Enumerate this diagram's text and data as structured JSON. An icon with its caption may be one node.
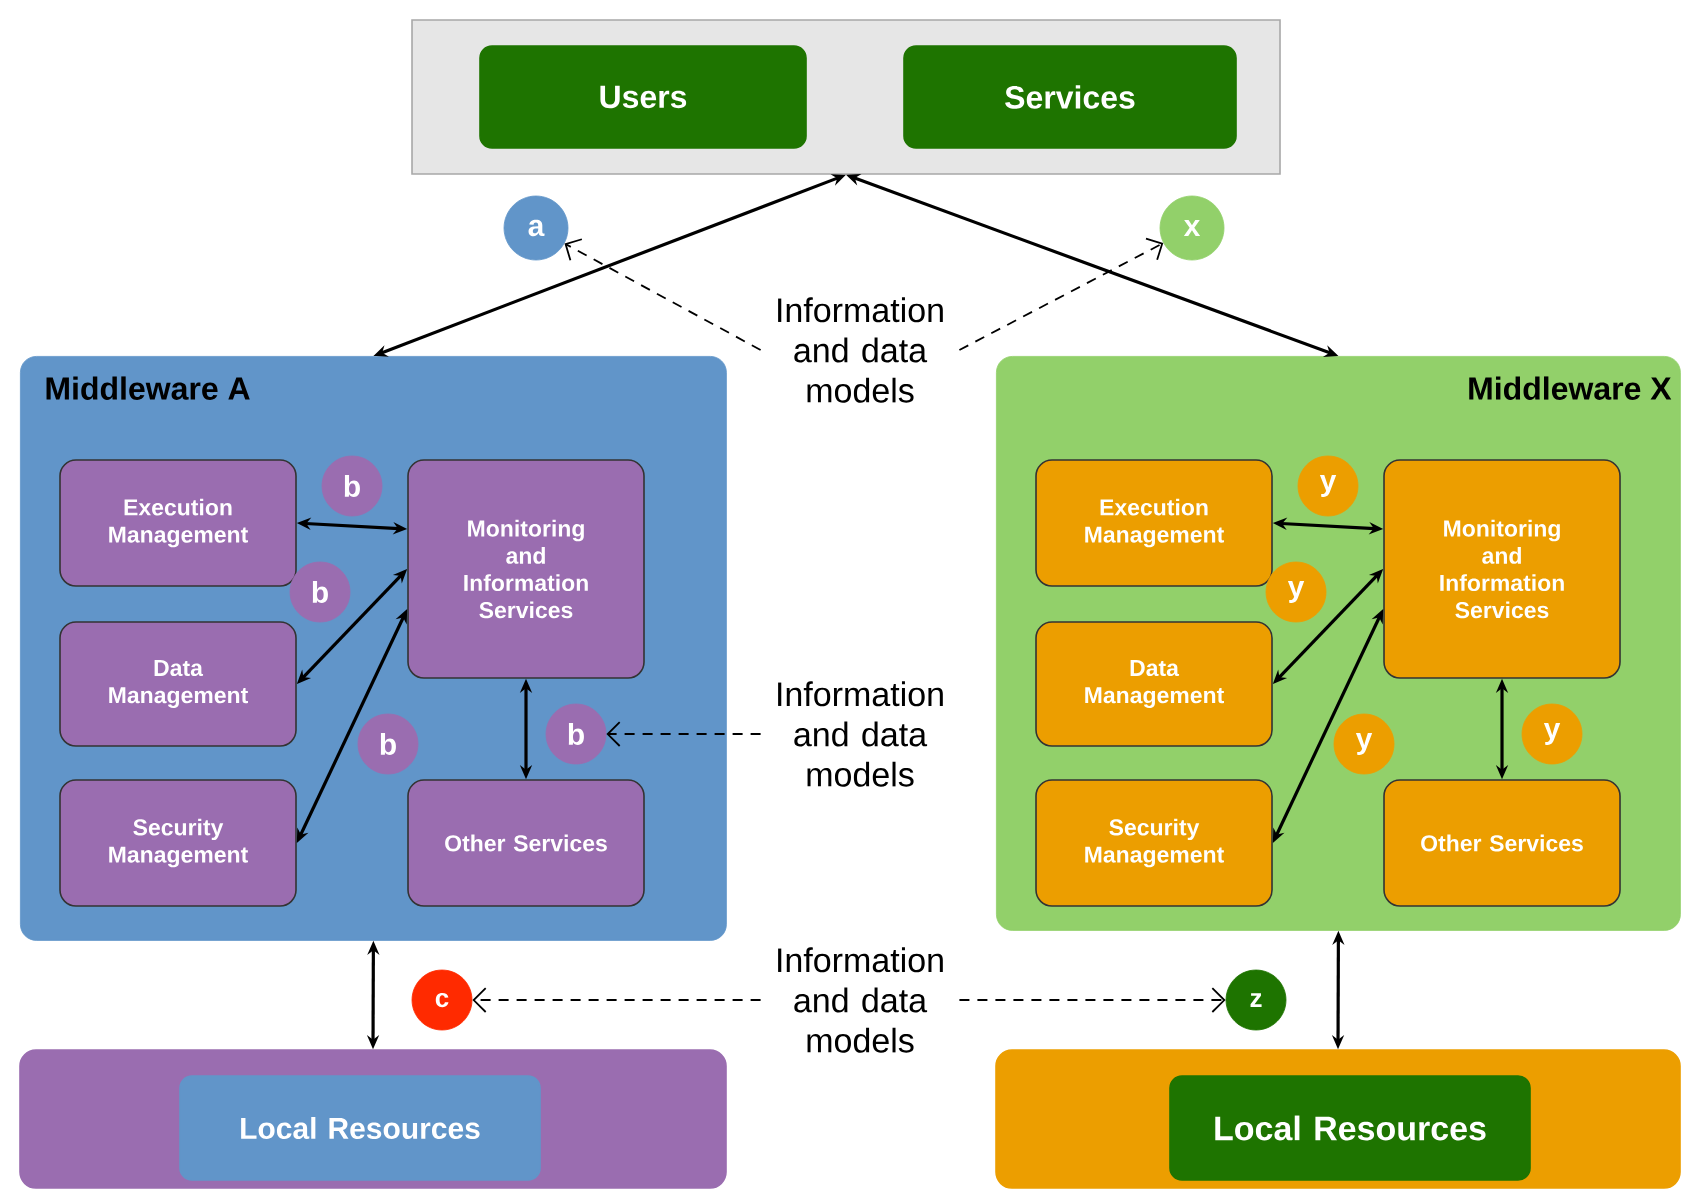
{
  "diagram": {
    "nodes": [
      {
        "text": [],
        "shape": "box"
      },
      {
        "text": [
          "Users"
        ],
        "in": 0
      },
      {
        "text": [
          "Services"
        ],
        "in": 0
      },
      {
        "text": [
          "Middleware A"
        ]
      },
      {
        "text": [
          "Execution Management"
        ],
        "in": 3
      },
      {
        "text": [
          "Data Management"
        ],
        "in": 3
      },
      {
        "text": [
          "Security Management"
        ],
        "in": 3
      },
      {
        "text": [
          "Monitoring and Information Services"
        ],
        "in": 3
      },
      {
        "text": [
          "Other Services"
        ],
        "in": 3
      },
      {
        "text": [
          "b"
        ],
        "in": 3
      },
      {
        "text": [
          "b"
        ],
        "in": 3
      },
      {
        "text": [
          "b"
        ],
        "in": 3
      },
      {
        "text": [
          "b"
        ],
        "in": 3
      },
      {
        "text": [
          "Middleware X"
        ]
      },
      {
        "text": [
          "Execution Management"
        ],
        "in": 13
      },
      {
        "text": [
          "Data Management"
        ],
        "in": 13
      },
      {
        "text": [
          "Security Management"
        ],
        "in": 13
      },
      {
        "text": [
          "Monitoring and Information Services"
        ],
        "in": 13
      },
      {
        "text": [
          "Other Services"
        ],
        "in": 13
      },
      {
        "text": [
          "y"
        ],
        "in": 13
      },
      {
        "text": [
          "y"
        ],
        "in": 13
      },
      {
        "text": [
          "y"
        ],
        "in": 13
      },
      {
        "text": [
          "y"
        ],
        "in": 13
      },
      {
        "text": [
          "a"
        ]
      },
      {
        "text": [
          "x"
        ]
      },
      {
        "text": [
          "Information and data models"
        ]
      },
      {
        "text": [
          "Information and data models"
        ]
      },
      {
        "text": [
          "Information and data models"
        ]
      },
      {
        "text": [
          "c"
        ]
      },
      {
        "text": [
          "z"
        ]
      },
      {
        "text": [],
        "shape": "box"
      },
      {
        "text": [
          "Local Resources"
        ],
        "in": 30
      },
      {
        "text": [],
        "shape": "box"
      },
      {
        "text": [
          "Local Resources"
        ],
        "in": 32
      }
    ],
    "edges": [
      {
        "from": 0,
        "to": 3,
        "arrow": "both"
      },
      {
        "from": 0,
        "to": 13,
        "arrow": "both"
      },
      {
        "from": 25,
        "to": 23,
        "arrow": "to",
        "style": "dashed"
      },
      {
        "from": 25,
        "to": 24,
        "arrow": "to",
        "style": "dashed"
      },
      {
        "from": 4,
        "to": 7,
        "arrow": "both"
      },
      {
        "from": 5,
        "to": 7,
        "arrow": "both"
      },
      {
        "from": 6,
        "to": 7,
        "arrow": "both"
      },
      {
        "from": 7,
        "to": 8,
        "arrow": "both"
      },
      {
        "from": 26,
        "to": 12,
        "arrow": "to",
        "style": "dashed"
      },
      {
        "from": 14,
        "to": 17,
        "arrow": "both"
      },
      {
        "from": 15,
        "to": 17,
        "arrow": "both"
      },
      {
        "from": 16,
        "to": 17,
        "arrow": "both"
      },
      {
        "from": 17,
        "to": 18,
        "arrow": "both"
      },
      {
        "from": 3,
        "to": 30,
        "arrow": "both"
      },
      {
        "from": 13,
        "to": 32,
        "arrow": "both"
      },
      {
        "from": 27,
        "to": 28,
        "arrow": "to",
        "style": "dashed"
      },
      {
        "from": 27,
        "to": 29,
        "arrow": "to",
        "style": "dashed"
      }
    ]
  }
}
